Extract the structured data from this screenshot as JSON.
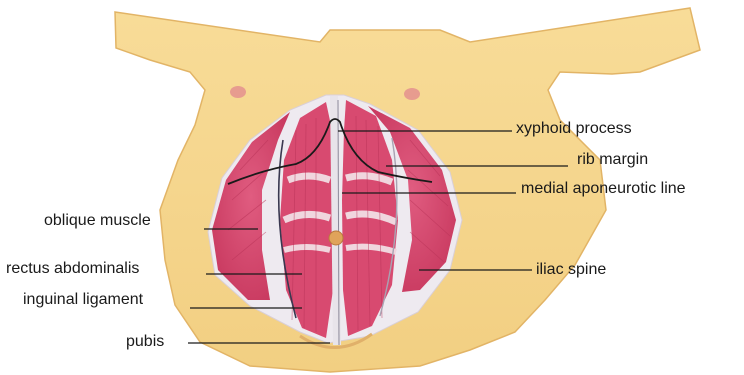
{
  "labels": {
    "xyphoid": "xyphoid process",
    "rib_margin": "rib margin",
    "medial_line": "medial aponeurotic line",
    "oblique": "oblique muscle",
    "rectus": "rectus abdominalis",
    "iliac": "iliac spine",
    "inguinal": "inguinal ligament",
    "pubis": "pubis"
  },
  "colors": {
    "skin": "#f6d58d",
    "skin_shadow": "#e7b96a",
    "muscle": "#d3466b",
    "muscle_light": "#e57a96",
    "fascia": "#ece9ee",
    "line": "#1a1a1a"
  }
}
